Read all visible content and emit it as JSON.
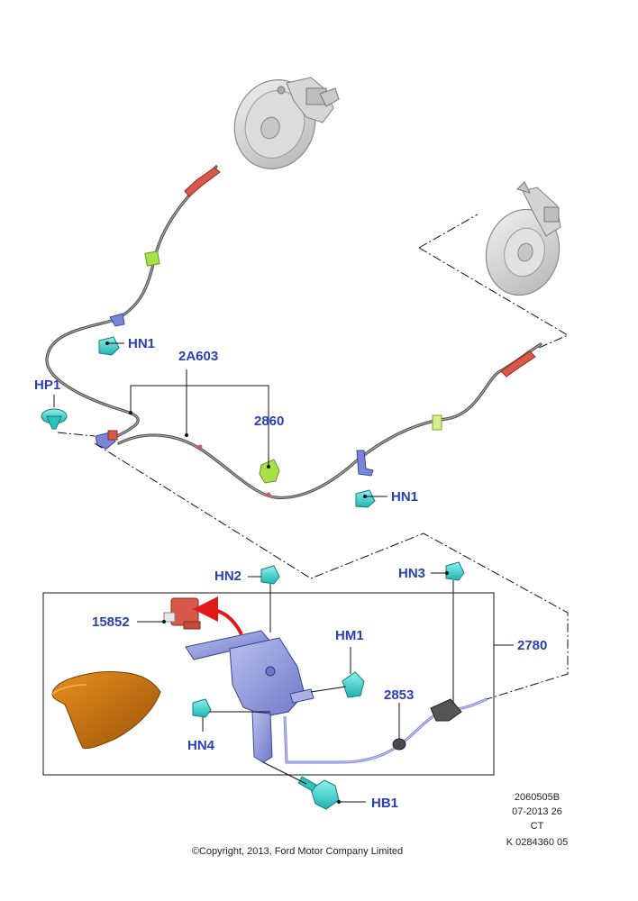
{
  "callouts": {
    "hn1_upper": "HN1",
    "hn1_lower": "HN1",
    "hp1": "HP1",
    "part_2a603": "2A603",
    "part_2860": "2860",
    "hn2": "HN2",
    "hn3": "HN3",
    "part_15852": "15852",
    "hm1": "HM1",
    "part_2780": "2780",
    "part_2853": "2853",
    "hn4": "HN4",
    "hb1": "HB1"
  },
  "meta": {
    "drawing_number": "2060505B",
    "date_line": "07-2013 26",
    "region": "CT",
    "catalog_code": "K 0284360 05"
  },
  "copyright": "©Copyright, 2013, Ford Motor Company Limited",
  "colors": {
    "callout_text": "#2a3fb5",
    "fastener_cyan": "#35d3cf",
    "lever_blue": "#8f98db",
    "cover_orange": "#c8720c",
    "switch_red": "#d8584a",
    "arrow_red": "#e01818",
    "clip_green": "#a8e04a",
    "cable_grey": "#4a4a4a"
  },
  "icons": {
    "rear_brake_left": "drum-brake-backplate-icon",
    "rear_brake_right": "disc-brake-rotor-icon",
    "lever": "handbrake-lever-icon",
    "cover": "lever-boot-cover-icon",
    "switch": "warning-switch-icon",
    "equalizer": "cable-equalizer-icon"
  }
}
